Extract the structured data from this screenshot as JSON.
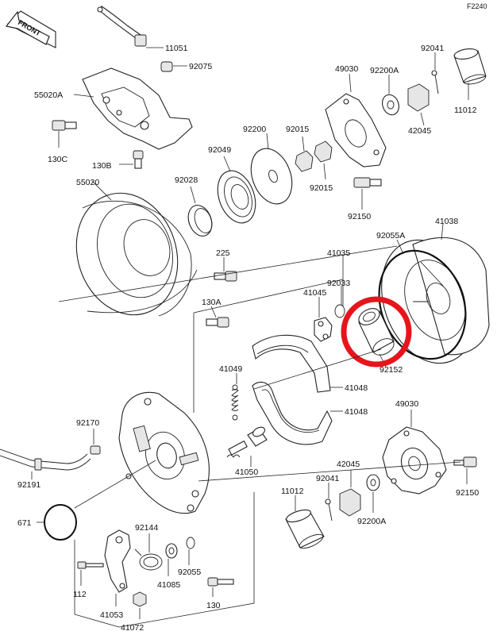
{
  "figure_ref": "F2240",
  "front_label": "FRONT",
  "highlight_color": "#e8141c",
  "parts": {
    "p11051": "11051",
    "p92075": "92075",
    "p55020A": "55020A",
    "p130C": "130C",
    "p130B": "130B",
    "p55020": "55020",
    "p92028": "92028",
    "p92049": "92049",
    "p92200": "92200",
    "p92015a": "92015",
    "p92015b": "92015",
    "p49030a": "49030",
    "p92200Aa": "92200A",
    "p92041a": "92041",
    "p11012a": "11012",
    "p42045a": "42045",
    "p92150a": "92150",
    "p41038": "41038",
    "p92055A": "92055A",
    "p41035": "41035",
    "p92033": "92033",
    "p41045": "41045",
    "p92152": "92152",
    "p225": "225",
    "p130A": "130A",
    "p41049": "41049",
    "p41048a": "41048",
    "p41048b": "41048",
    "p92170": "92170",
    "p49030b": "49030",
    "p42045b": "42045",
    "p92041b": "92041",
    "p11012b": "11012",
    "p92150b": "92150",
    "p92200Ab": "92200A",
    "p41050": "41050",
    "p92191": "92191",
    "p671": "671",
    "p92144": "92144",
    "p92055": "92055",
    "p41085": "41085",
    "p112": "112",
    "p130": "130",
    "p41053": "41053",
    "p41072": "41072"
  }
}
